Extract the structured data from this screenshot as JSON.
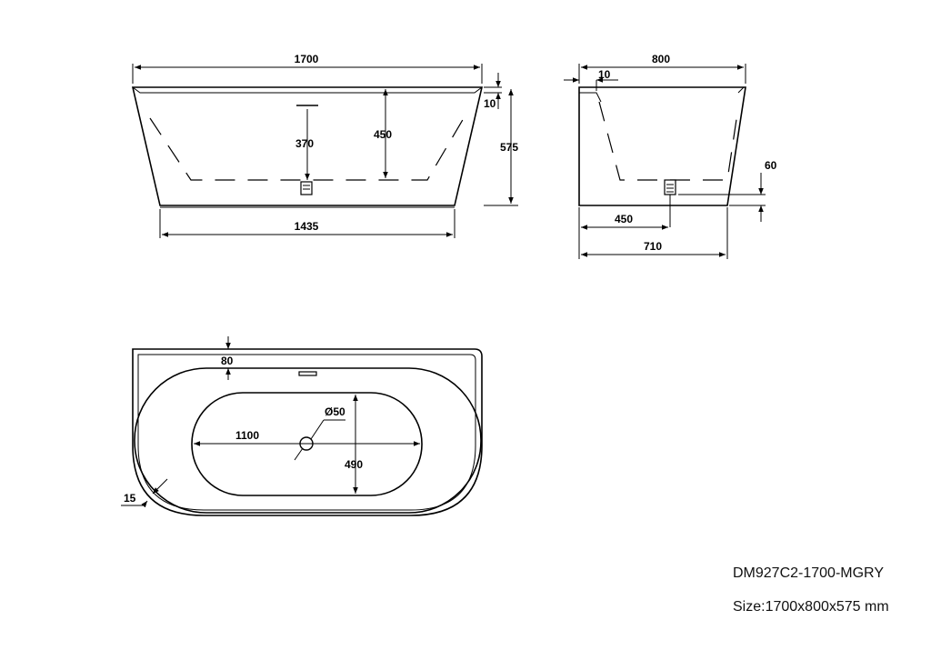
{
  "side_view": {
    "length": "1700",
    "rim": "10",
    "depth_inside": "450",
    "drain_height": "370",
    "height": "575",
    "bottom_length": "1435"
  },
  "end_view": {
    "width": "800",
    "rim": "10",
    "waste_offset": "60",
    "drain_position": "450",
    "bottom_width": "710"
  },
  "top_view": {
    "wall": "80",
    "basin_length": "1100",
    "drain_diameter": "Ø50",
    "basin_width": "490",
    "edge_radius": "15"
  },
  "caption": {
    "model": "DM927C2-1700-MGRY",
    "size": "Size:1700x800x575 mm"
  }
}
